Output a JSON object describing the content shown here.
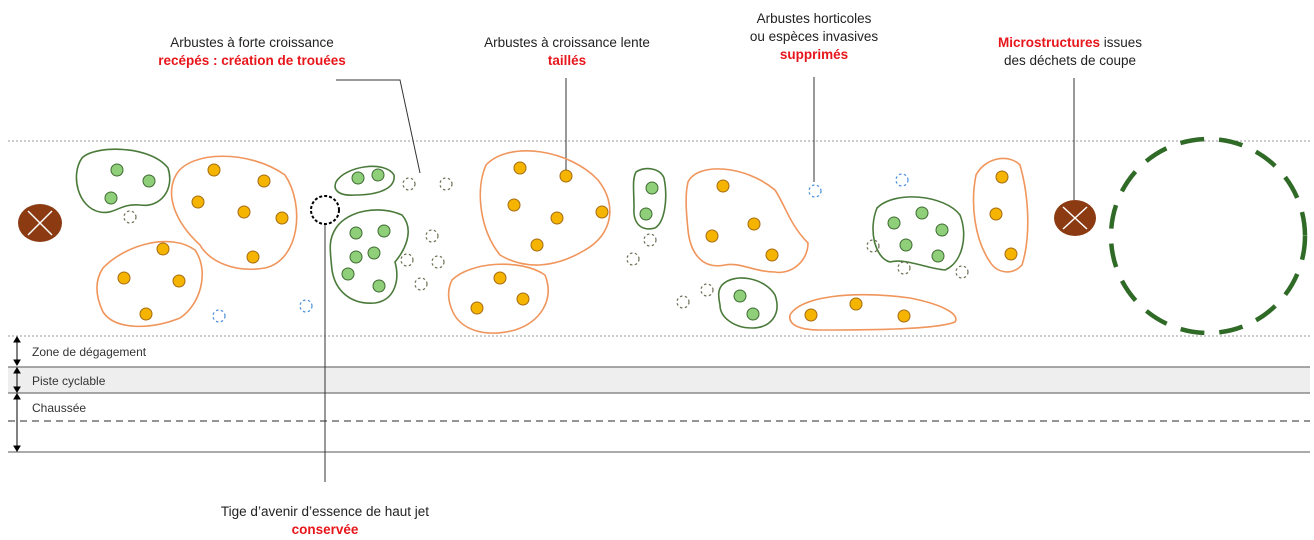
{
  "labels": {
    "fast_growth": {
      "line1": "Arbustes à forte croissance",
      "line2": "recépés : création de trouées"
    },
    "slow_growth": {
      "line1": "Arbustes à croissance lente",
      "line2": "taillés"
    },
    "horticultural": {
      "line1": "Arbustes horticoles",
      "line2": "ou espèces invasives",
      "line3": "supprimés"
    },
    "microstructures": {
      "line1_red": "Microstructures",
      "line1_rest": " issues",
      "line2": "des déchets de coupe"
    },
    "future_stem": {
      "line1": "Tige d’avenir d’essence de haut jet",
      "line2": "conservée"
    }
  },
  "bands": {
    "clearance": "Zone de dégagement",
    "cycle_path": "Piste cyclable",
    "road": "Chaussée"
  },
  "colors": {
    "accent_red": "#e8161b",
    "orange_outline": "#f0955b",
    "orange_fill": "#f5b400",
    "green_outline": "#4a7a3a",
    "green_fill": "#8fcf7a",
    "dark_green": "#2f6a26",
    "brown": "#8b3a12",
    "blue": "#4a90d9"
  }
}
